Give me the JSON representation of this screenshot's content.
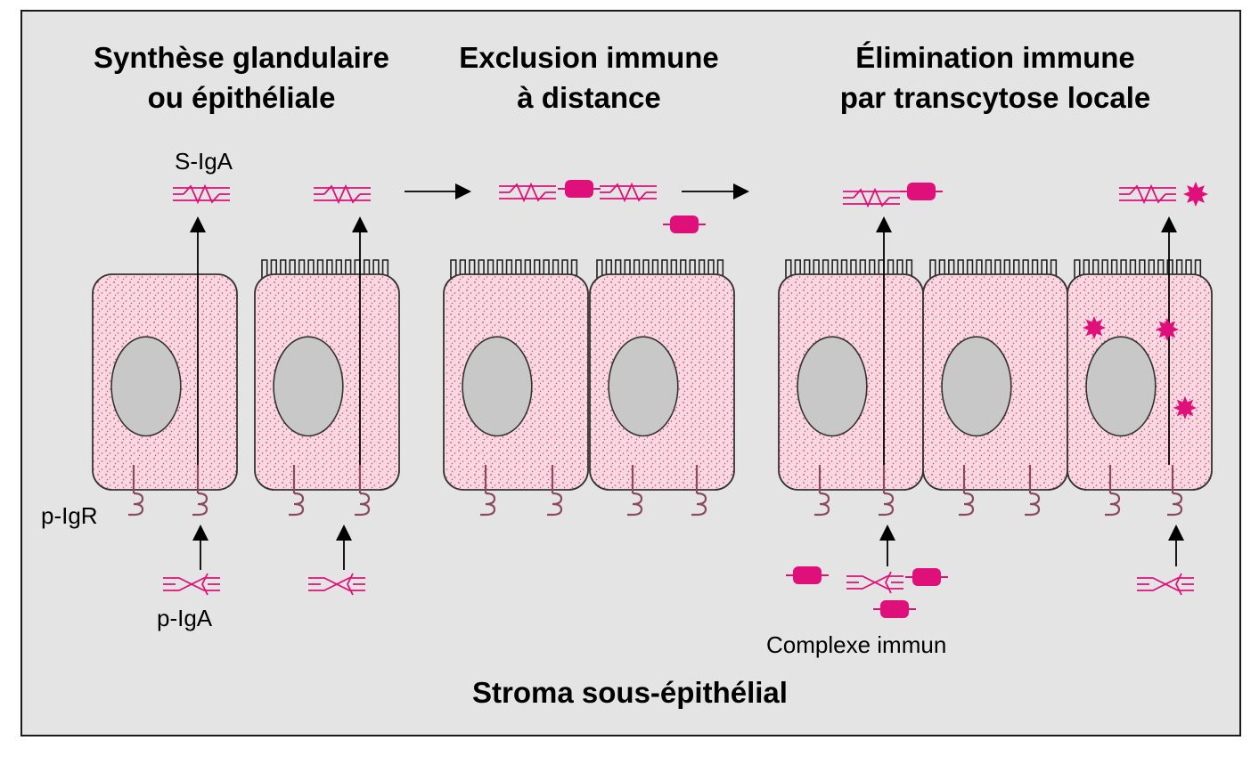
{
  "titles": {
    "col1_line1": "Synthèse glandulaire",
    "col1_line2": "ou épithéliale",
    "col2_line1": "Exclusion immune",
    "col2_line2": "à distance",
    "col3_line1": "Élimination immune",
    "col3_line2": "par transcytose locale"
  },
  "labels": {
    "s_iga": "S-IgA",
    "p_igr": "p-IgR",
    "p_iga": "p-IgA",
    "immune_complex": "Complexe immun"
  },
  "footer": "Stroma sous-épithélial",
  "colors": {
    "background": "#e4e4e4",
    "frame": "#1a1a1a",
    "cell_fill": "#f8d9e2",
    "cell_border": "#333333",
    "stipple": "#d83d78",
    "nucleus": "#c8c8c8",
    "antigen": "#e0107a",
    "receptor": "#8b4a62"
  },
  "icons": {
    "antibody": "immunoglobulin-glyph",
    "antigen": "rounded-rect-antigen",
    "pathogen": "starburst-antigen",
    "receptor": "polymeric-ig-receptor-glyph"
  }
}
